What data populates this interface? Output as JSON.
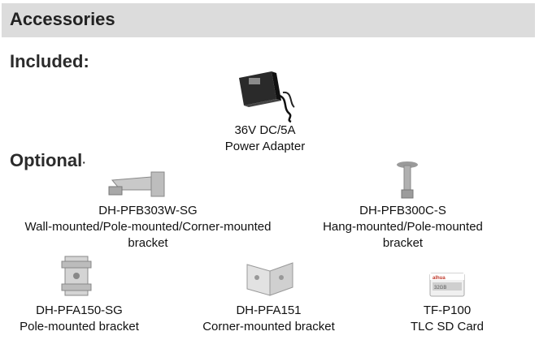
{
  "header": {
    "title": "Accessories"
  },
  "included": {
    "heading": "Included:",
    "items": [
      {
        "line1": "36V DC/5A",
        "line2": "Power Adapter",
        "icon": "power-adapter-icon"
      }
    ]
  },
  "optional": {
    "heading": "Optional",
    "heading_mark": "·",
    "items": [
      {
        "model": "DH-PFB303W-SG",
        "desc": "Wall-mounted/Pole-mounted/Corner-mounted",
        "desc2": "bracket",
        "icon": "wall-mount-bracket-icon"
      },
      {
        "model": "DH-PFB300C-S",
        "desc": "Hang-mounted/Pole-mounted",
        "desc2": "bracket",
        "icon": "pendant-mount-bracket-icon"
      },
      {
        "model": "DH-PFA150-SG",
        "desc": "Pole-mounted bracket",
        "icon": "pole-mount-bracket-icon"
      },
      {
        "model": "DH-PFA151",
        "desc": "Corner-mounted bracket",
        "icon": "corner-mount-bracket-icon"
      },
      {
        "model": "TF-P100",
        "desc": "TLC SD Card",
        "icon": "sd-card-icon",
        "card_brand": "alhua",
        "card_text": "32GB"
      }
    ]
  },
  "colors": {
    "header_bg": "#dcdcdc",
    "heading_text": "#2b2b2b"
  }
}
